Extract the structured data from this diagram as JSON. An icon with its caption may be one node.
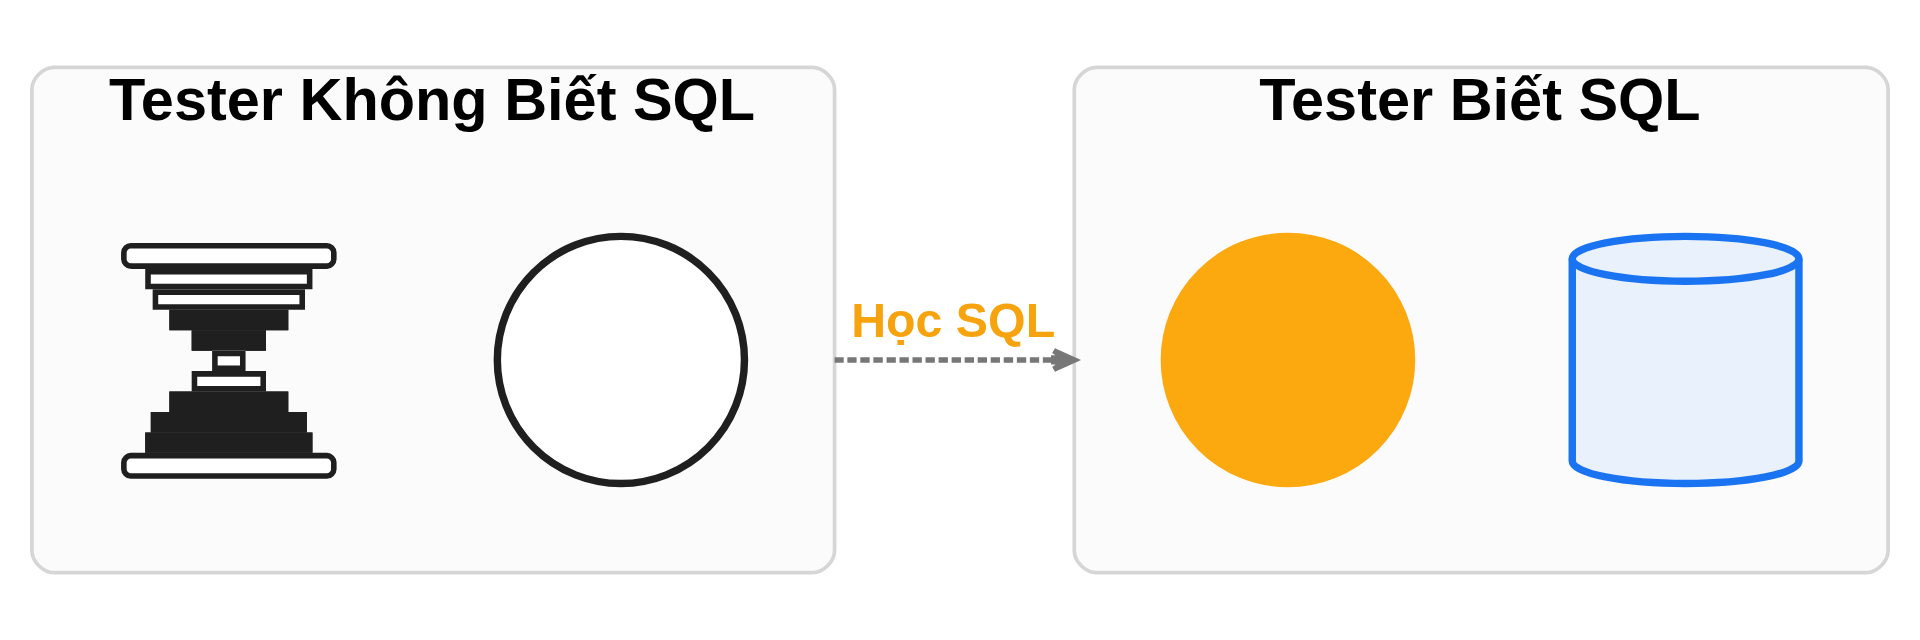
{
  "diagram": {
    "nodes": [
      {
        "text": [
          "Tester Không Biết SQL"
        ]
      },
      {
        "text": [],
        "shape": "picture",
        "in": 0
      },
      {
        "text": [],
        "shape": "circle",
        "in": 0
      },
      {
        "text": [
          "Tester Biết SQL"
        ]
      },
      {
        "text": [],
        "shape": "circle",
        "in": 3
      },
      {
        "text": [],
        "shape": "cylinder",
        "in": 3
      }
    ],
    "edges": [
      {
        "from": 0,
        "to": 3,
        "arrow": "to",
        "label": "Học SQL",
        "style": "dashed",
        "color": "#777777"
      }
    ]
  }
}
